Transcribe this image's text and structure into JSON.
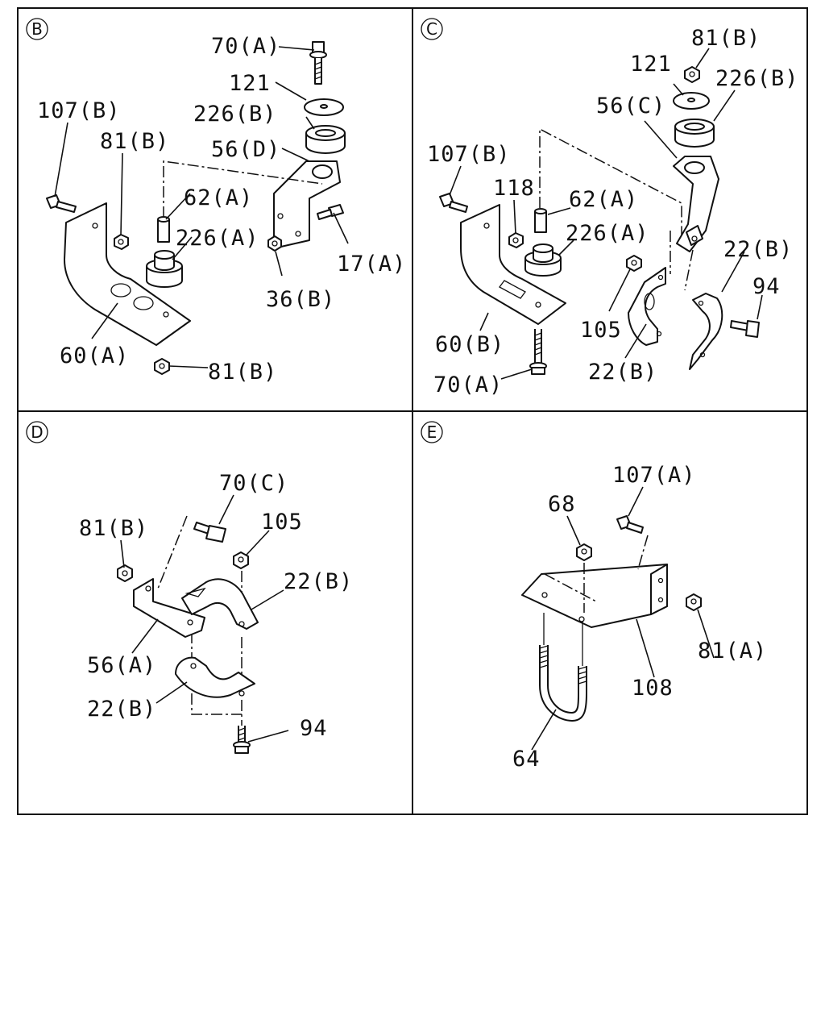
{
  "panels": {
    "b": {
      "marker": "B",
      "labels": {
        "bolt_70a": "70(A)",
        "washer_121": "121",
        "rubber_226b": "226(B)",
        "bracket_56d": "56(D)",
        "bolt_107b": "107(B)",
        "nut_81b_top": "81(B)",
        "pin_62a": "62(A)",
        "rubber_226a": "226(A)",
        "bolt_17a": "17(A)",
        "nut_36b": "36(B)",
        "bracket_60a": "60(A)",
        "nut_81b_bottom": "81(B)"
      }
    },
    "c": {
      "marker": "C",
      "labels": {
        "nut_81b": "81(B)",
        "washer_121": "121",
        "rubber_226b": "226(B)",
        "bracket_56c": "56(C)",
        "bolt_107b": "107(B)",
        "nut_118": "118",
        "pin_62a": "62(A)",
        "rubber_226a": "226(A)",
        "clamp_22b_right": "22(B)",
        "bolt_94": "94",
        "nut_105": "105",
        "bracket_60b": "60(B)",
        "clamp_22b_bottom": "22(B)",
        "bolt_70a": "70(A)"
      }
    },
    "d": {
      "marker": "D",
      "labels": {
        "bolt_70c": "70(C)",
        "nut_81b": "81(B)",
        "nut_105": "105",
        "clamp_22b_top": "22(B)",
        "bracket_56a": "56(A)",
        "clamp_22b_bottom": "22(B)",
        "bolt_94": "94"
      }
    },
    "e": {
      "marker": "E",
      "labels": {
        "bolt_107a": "107(A)",
        "nut_68": "68",
        "nut_81a": "81(A)",
        "bracket_108": "108",
        "ubolt_64": "64"
      }
    }
  }
}
